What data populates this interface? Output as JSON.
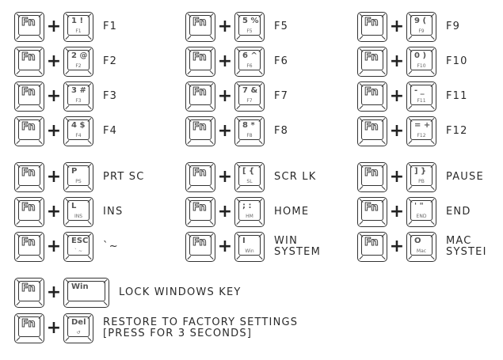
{
  "modifier_key": "Fn",
  "plus_sign": "+",
  "columns": [
    {
      "items": [
        {
          "key_top": "1 !",
          "key_sub": "F1",
          "label": "F1"
        },
        {
          "key_top": "2 @",
          "key_sub": "F2",
          "label": "F2"
        },
        {
          "key_top": "3 #",
          "key_sub": "F3",
          "label": "F3"
        },
        {
          "key_top": "4 $",
          "key_sub": "F4",
          "label": "F4"
        },
        {
          "key_top": "P",
          "key_sub": "PS",
          "label": "PRT SC"
        },
        {
          "key_top": "L",
          "key_sub": "INS",
          "label": "INS"
        },
        {
          "key_top": "ESC",
          "key_sub": "` ~",
          "label": "`~"
        }
      ]
    },
    {
      "items": [
        {
          "key_top": "5 %",
          "key_sub": "F5",
          "label": "F5"
        },
        {
          "key_top": "6 ^",
          "key_sub": "F6",
          "label": "F6"
        },
        {
          "key_top": "7 &",
          "key_sub": "F7",
          "label": "F7"
        },
        {
          "key_top": "8 *",
          "key_sub": "F8",
          "label": "F8"
        },
        {
          "key_top": "[ {",
          "key_sub": "SL",
          "label": "SCR LK"
        },
        {
          "key_top": "; :",
          "key_sub": "HM",
          "label": "HOME"
        },
        {
          "key_top": "I",
          "key_sub": "Win",
          "label": "WIN\nSYSTEM"
        }
      ]
    },
    {
      "items": [
        {
          "key_top": "9 (",
          "key_sub": "F9",
          "label": "F9"
        },
        {
          "key_top": "0 )",
          "key_sub": "F10",
          "label": "F10"
        },
        {
          "key_top": "- _",
          "key_sub": "F11",
          "label": "F11"
        },
        {
          "key_top": "= +",
          "key_sub": "F12",
          "label": "F12"
        },
        {
          "key_top": "] }",
          "key_sub": "PB",
          "label": "PAUSE"
        },
        {
          "key_top": "' \"",
          "key_sub": "END",
          "label": "END"
        },
        {
          "key_top": "O",
          "key_sub": "Mac",
          "label": "MAC\nSYSTEI"
        }
      ]
    }
  ],
  "bottom": [
    {
      "key_top": "Win",
      "key_sub": "",
      "label": "LOCK WINDOWS KEY"
    },
    {
      "key_top": "Del",
      "key_sub": "↺",
      "label": "RESTORE TO FACTORY SETTINGS\n[PRESS FOR 3 SECONDS]"
    }
  ]
}
